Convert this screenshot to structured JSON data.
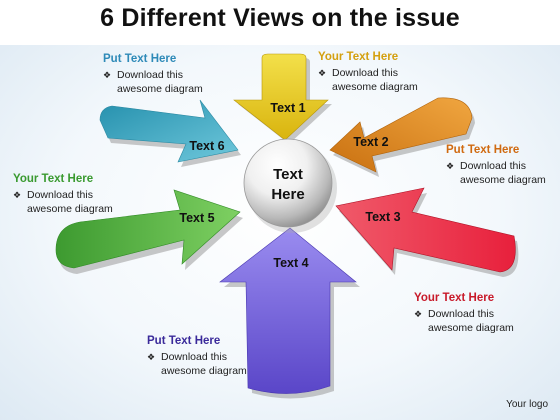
{
  "title": "6 Different Views on the issue",
  "center": {
    "line1": "Text",
    "line2": "Here"
  },
  "arrows": [
    {
      "label": "Text 1",
      "color": "#e3c41c"
    },
    {
      "label": "Text 2",
      "color": "#e08a22"
    },
    {
      "label": "Text 3",
      "color": "#e0203a"
    },
    {
      "label": "Text 4",
      "color": "#6e5ad0"
    },
    {
      "label": "Text 5",
      "color": "#4aa83a"
    },
    {
      "label": "Text 6",
      "color": "#2f9cb8"
    }
  ],
  "callouts": [
    {
      "head": "Put Text Here",
      "color": "#2e8ab8",
      "bullet": "Download this awesome diagram"
    },
    {
      "head": "Your Text Here",
      "color": "#d4a010",
      "bullet": "Download this awesome diagram"
    },
    {
      "head": "Put Text Here",
      "color": "#d06a10",
      "bullet": "Download this awesome diagram"
    },
    {
      "head": "Your Text Here",
      "color": "#3a9a30",
      "bullet": "Download this awesome diagram"
    },
    {
      "head": "Your Text Here",
      "color": "#c81a2a",
      "bullet": "Download this awesome diagram"
    },
    {
      "head": "Put Text Here",
      "color": "#3a2a9a",
      "bullet": "Download this awesome diagram"
    }
  ],
  "bullet_glyph": "❖",
  "logo": "Your logo"
}
